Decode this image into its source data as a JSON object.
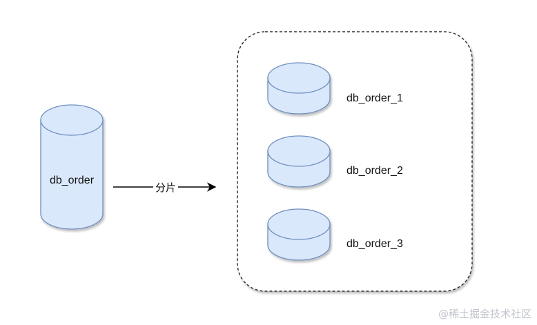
{
  "diagram": {
    "source_db": {
      "label": "db_order"
    },
    "edge": {
      "label": "分片"
    },
    "shards": [
      {
        "label": "db_order_1"
      },
      {
        "label": "db_order_2"
      },
      {
        "label": "db_order_3"
      }
    ],
    "colors": {
      "db_fill": "#dae8fc",
      "db_stroke": "#6c8ebf",
      "group_stroke": "#333333",
      "arrow": "#000000"
    }
  },
  "watermark": {
    "text": "@稀土掘金技术社区"
  }
}
